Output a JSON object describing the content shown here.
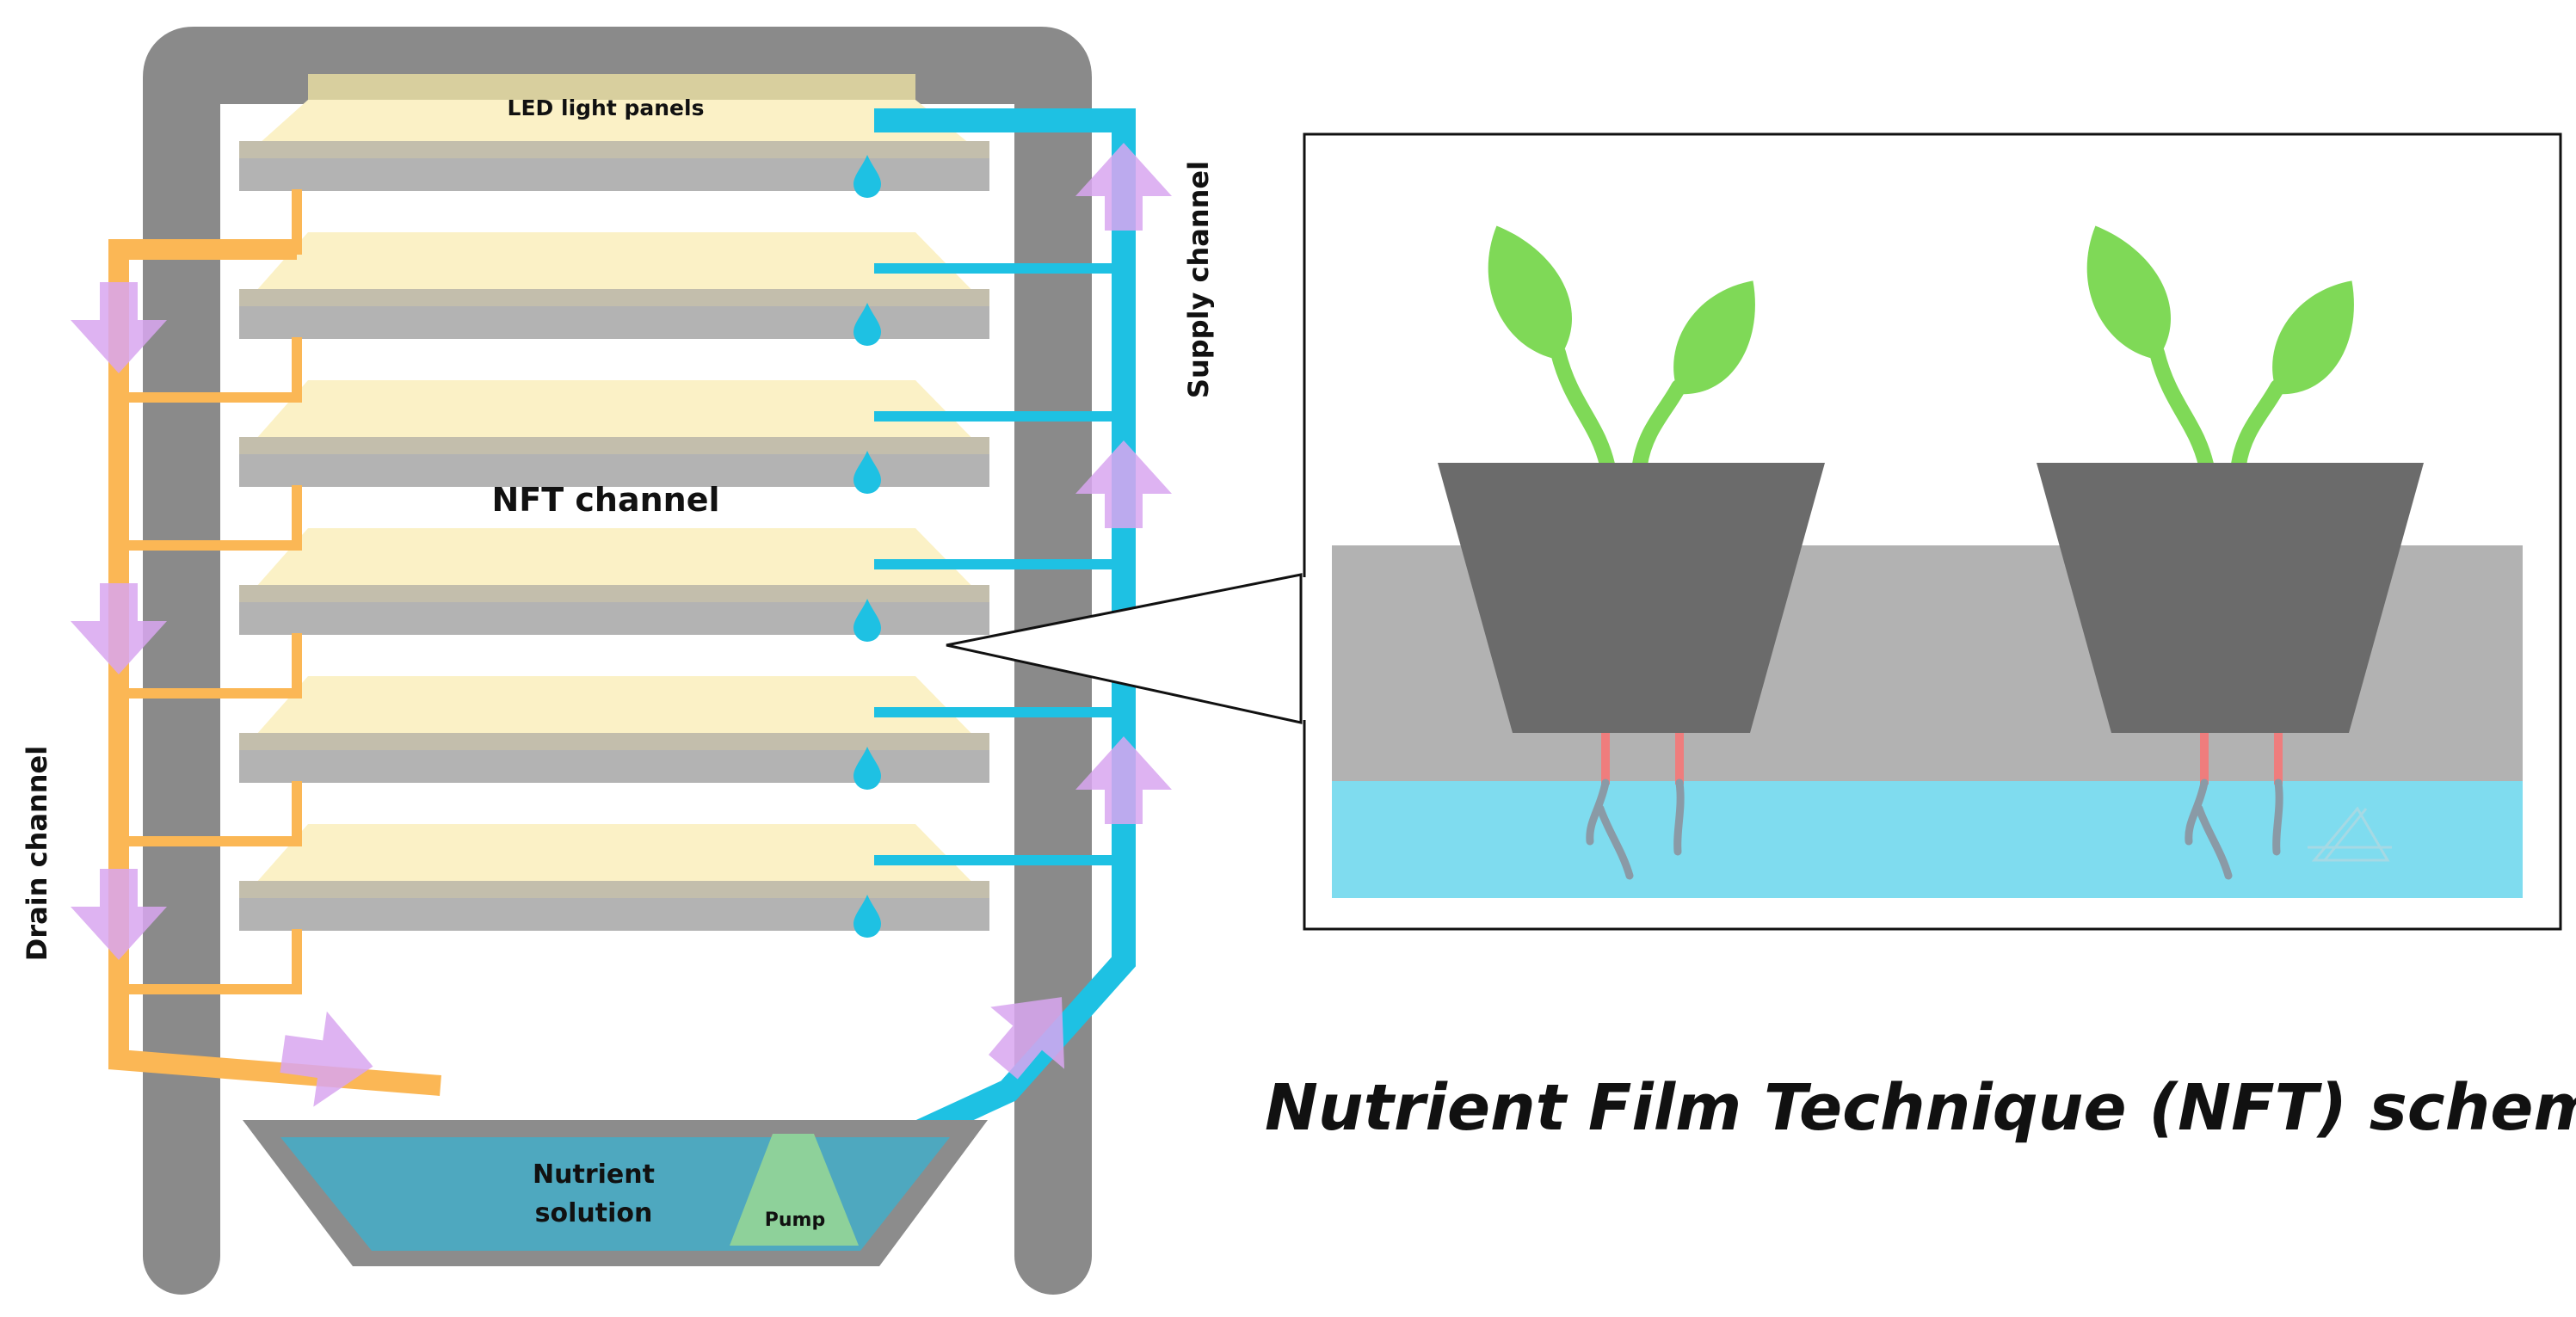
{
  "labels": {
    "led_panels": "LED light panels",
    "supply_channel": "Supply channel",
    "drain_channel": "Drain channel",
    "nft_channel": "NFT channel",
    "nutrient_line1": "Nutrient",
    "nutrient_line2": "solution",
    "pump": "Pump"
  },
  "title": "Nutrient Film Technique (NFT) scheme",
  "colors": {
    "frame": "#8a8a8a",
    "tray": "#b3b3b3",
    "light": "#fbf1c6",
    "led_bar": "#d8cf9e",
    "supply": "#1ec1e3",
    "drain": "#fbb755",
    "arrow": "#d8a6f0",
    "reservoir_water": "#4ea8bf",
    "reservoir_rim": "#8c8c8c",
    "pump": "#8ed19a",
    "pot": "#6b6b6b",
    "channel": "#b2b2b2",
    "water": "#7fdcef",
    "leaf": "#7fd957",
    "root_top": "#ef7d7d",
    "root_bottom": "#8a9aa6"
  },
  "icons": [
    "water-drop-icon",
    "flow-arrow-icon",
    "leaf-icon",
    "pot-icon"
  ]
}
